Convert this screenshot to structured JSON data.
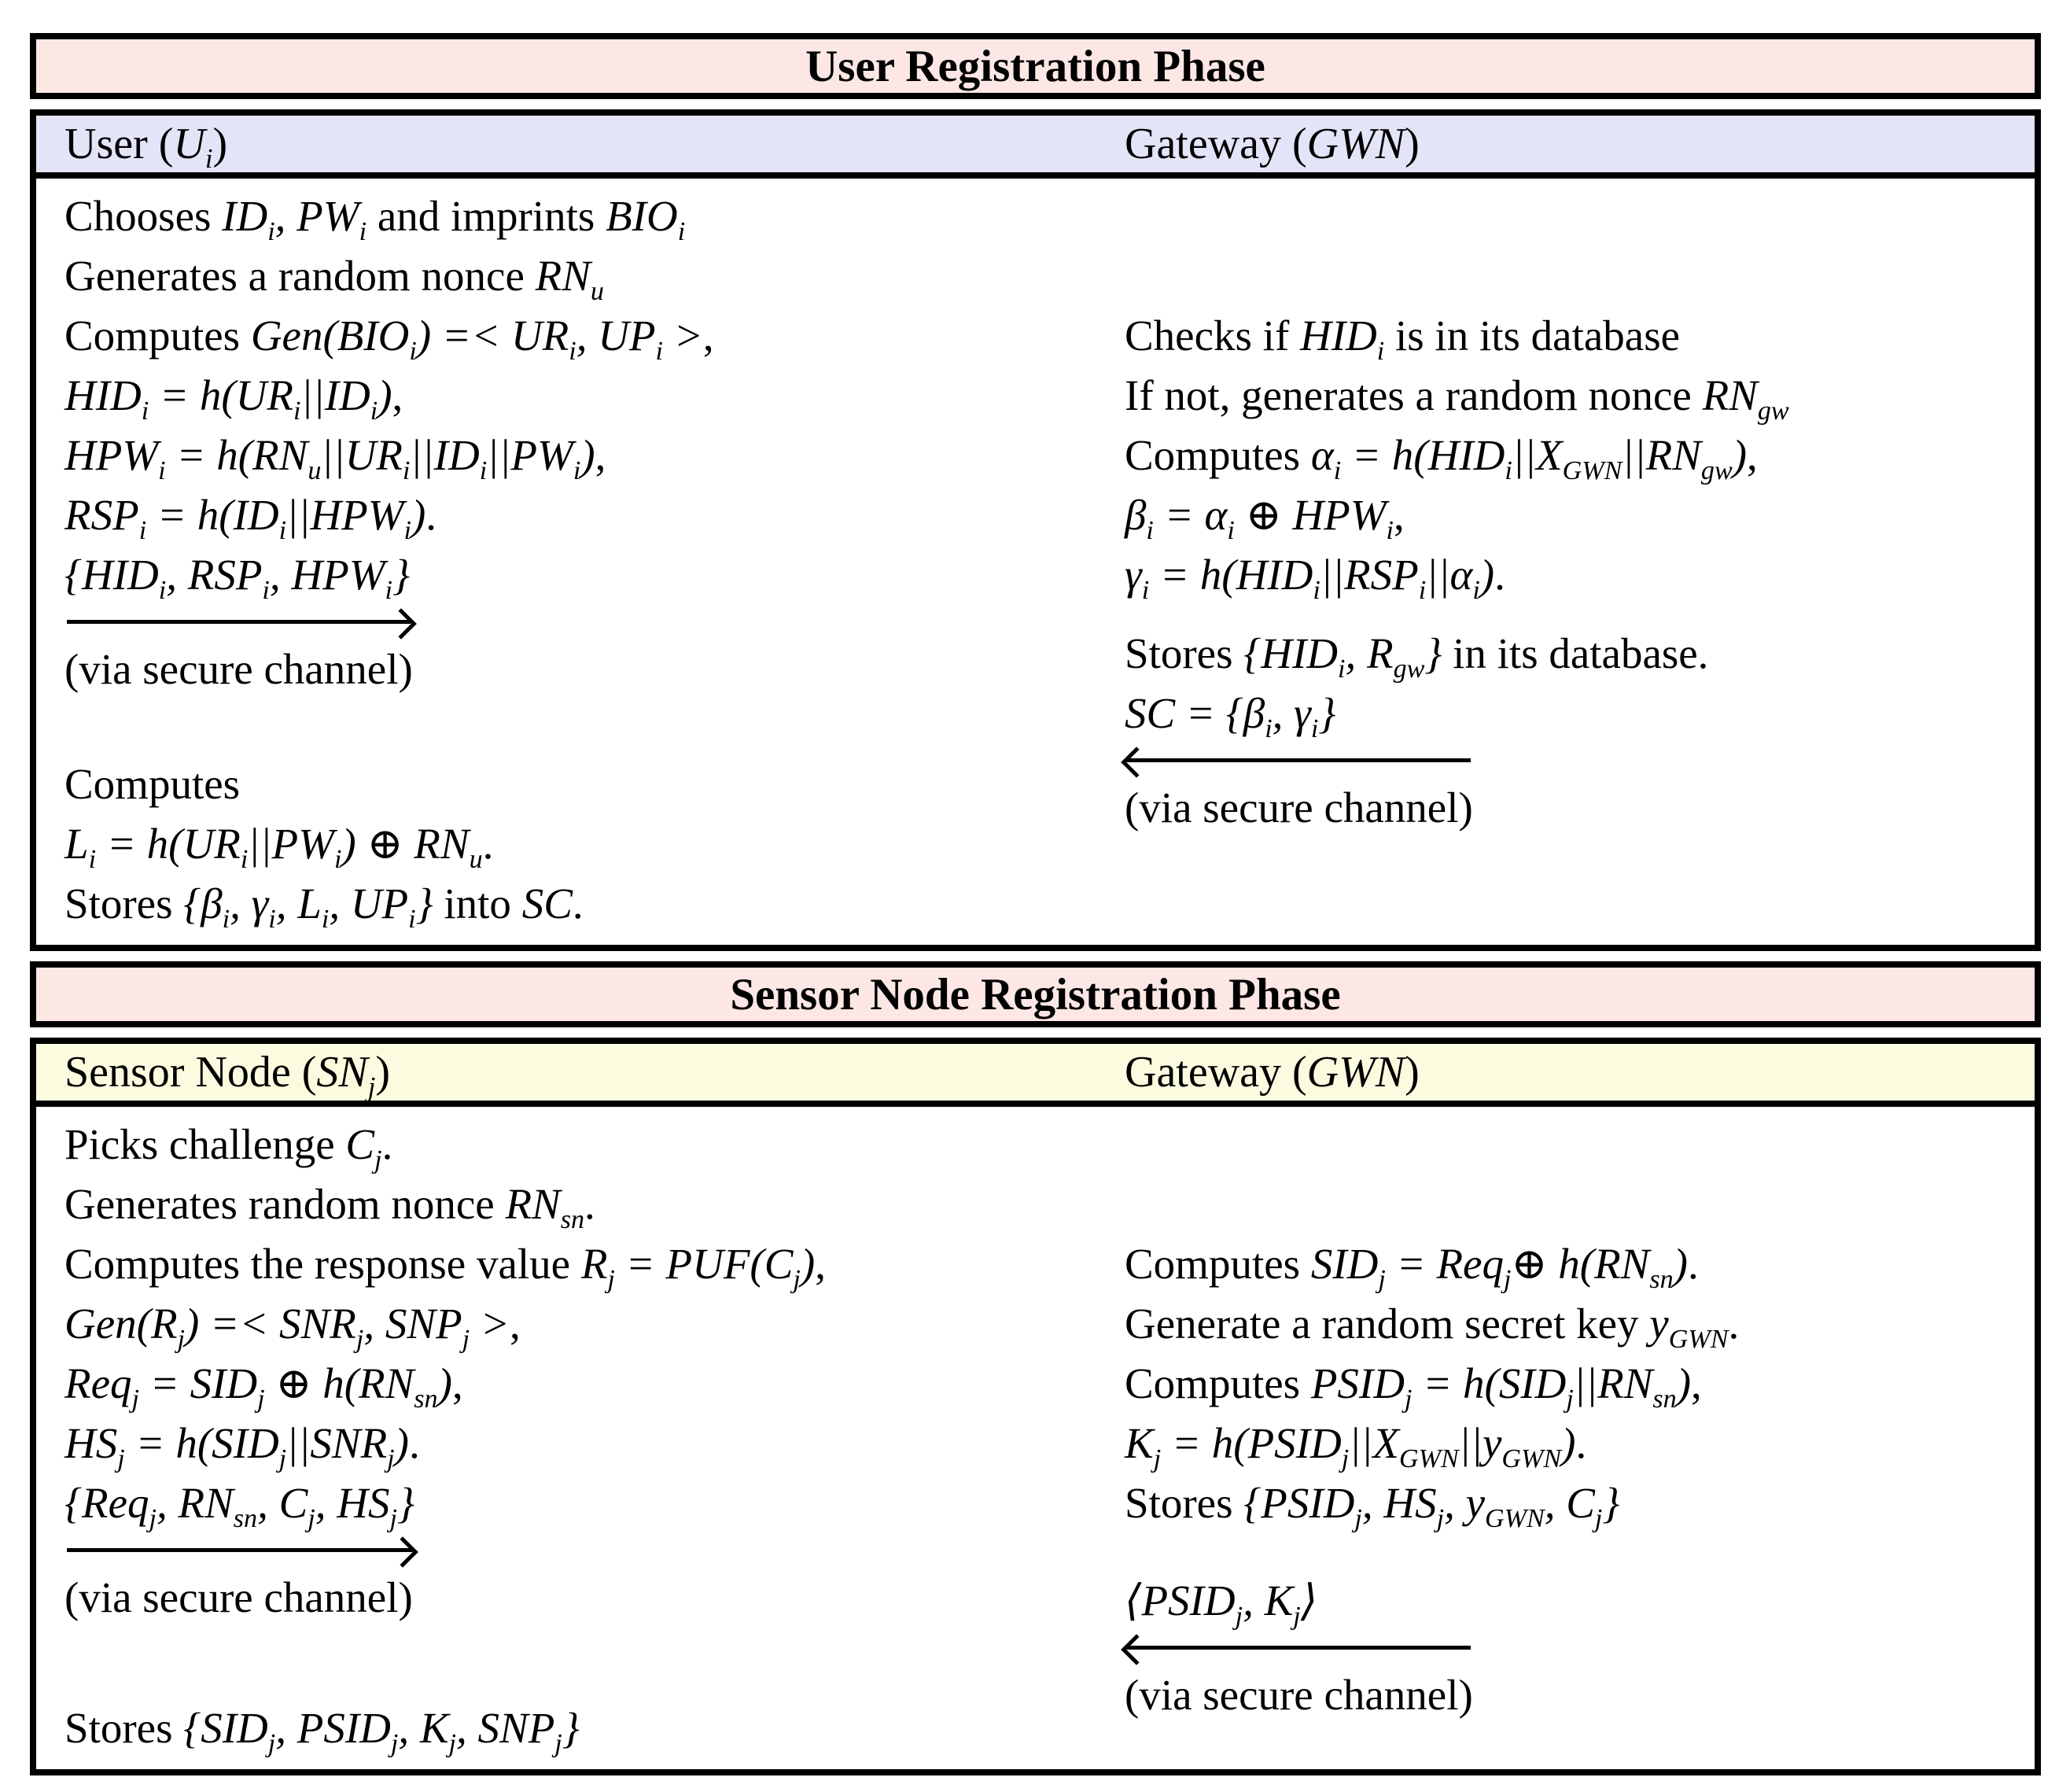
{
  "colors": {
    "phase-band": "#fce7e4",
    "user-band": "#e4e4f8",
    "sensor-band": "#fbfbdf",
    "ink": "#000000"
  },
  "sections": [
    {
      "title": "User Registration Phase",
      "left_header": "User ($U_i$)",
      "right_header": "Gateway ($GWN$)",
      "left": {
        "lines": [
          "Chooses $ID_i, PW_i$ and imprints $BIO_i$",
          "Generates a random nonce $RN_u$",
          "Computes $Gen(BIO_i) =< UR_i, UP_i >$,",
          "$HID_i = h(UR_i||ID_i)$,",
          "$HPW_i = h(RN_u||UR_i||ID_i||PW_i)$,",
          "$RSP_i = h(ID_i||HPW_i)$."
        ],
        "message": {
          "label": "${HID_i, RSP_i, HPW_i}$",
          "direction": "right",
          "note": "(via secure channel)"
        },
        "after": [
          "Computes",
          "$L_i = h(UR_i||PW_i) ⊕ RN_u$.",
          "Stores ${β_i, γ_i, L_i, UP_i}$ into $SC$."
        ]
      },
      "right": {
        "lines": [
          "Checks if $HID_i$ is in its database",
          "If not, generates a random nonce $RN_gw$",
          "Computes $α_i = h(HID_i||X_GWN||RN_gw)$,",
          "$β_i = α_i ⊕ HPW_i$,",
          "$γ_i = h(HID_i||RSP_i||α_i)$.",
          "Stores ${HID_i, R_gw}$ in its database."
        ],
        "message": {
          "label": "$SC = {β_i, γ_i}$",
          "direction": "left",
          "note": "(via secure channel)"
        }
      }
    },
    {
      "title": "Sensor Node Registration Phase",
      "left_header": "Sensor Node ($SN_j$)",
      "right_header": "Gateway ($GWN$)",
      "left": {
        "lines": [
          "Picks challenge $C_j$.",
          "Generates random nonce $RN_sn$.",
          "Computes the response value $R_j = PUF(C_j)$,",
          "$Gen(R_j) =< SNR_j, SNP_j >$,",
          "$Req_j = SID_j ⊕ h(RN_sn)$,",
          "$HS_j = h(SID_j||SNR_j)$."
        ],
        "message": {
          "label": "${Req_j, RN_sn, C_j, HS_j}$",
          "direction": "right",
          "note": "(via secure channel)"
        },
        "after": [
          "Stores ${SID_j, PSID_j, K_j, SNP_j}$"
        ]
      },
      "right": {
        "lines": [
          "Computes $SID_j = Req_j⊕ h(RN_sn)$.",
          "Generate a random secret key $y_GWN$.",
          "Computes $PSID_j = h(SID_j||RN_sn)$,",
          "$K_j = h(PSID_j||X_GWN||y_GWN)$.",
          "Stores ${PSID_j, HS_j, y_GWN, C_j}$"
        ],
        "message": {
          "label": "$⟨PSID_j, K_j⟩$",
          "direction": "left",
          "note": "(via secure channel)"
        }
      }
    }
  ]
}
